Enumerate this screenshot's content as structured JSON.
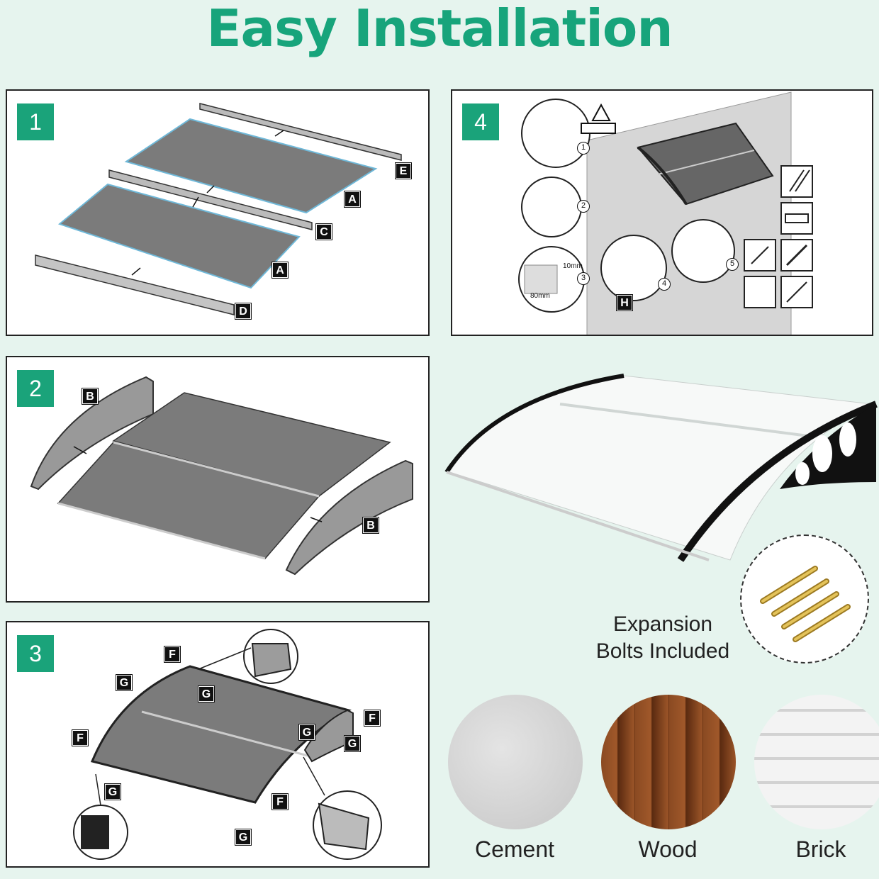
{
  "title": "Easy Installation",
  "steps": {
    "s1": "1",
    "s2": "2",
    "s3": "3",
    "s4": "4"
  },
  "parts": {
    "a": "A",
    "b": "B",
    "c": "C",
    "d": "D",
    "e": "E",
    "f": "F",
    "g": "G",
    "h": "H"
  },
  "sub_steps": [
    "1",
    "2",
    "3",
    "4",
    "5"
  ],
  "dimensions": {
    "depth": "10mm",
    "spacing": "80mm"
  },
  "bolts_label_line1": "Expansion",
  "bolts_label_line2": "Bolts Included",
  "materials": [
    "Cement",
    "Wood",
    "Brick"
  ],
  "colors": {
    "accent": "#1aa37a",
    "background": "#e6f4ee",
    "panel_gray": "#7b7b7b"
  }
}
